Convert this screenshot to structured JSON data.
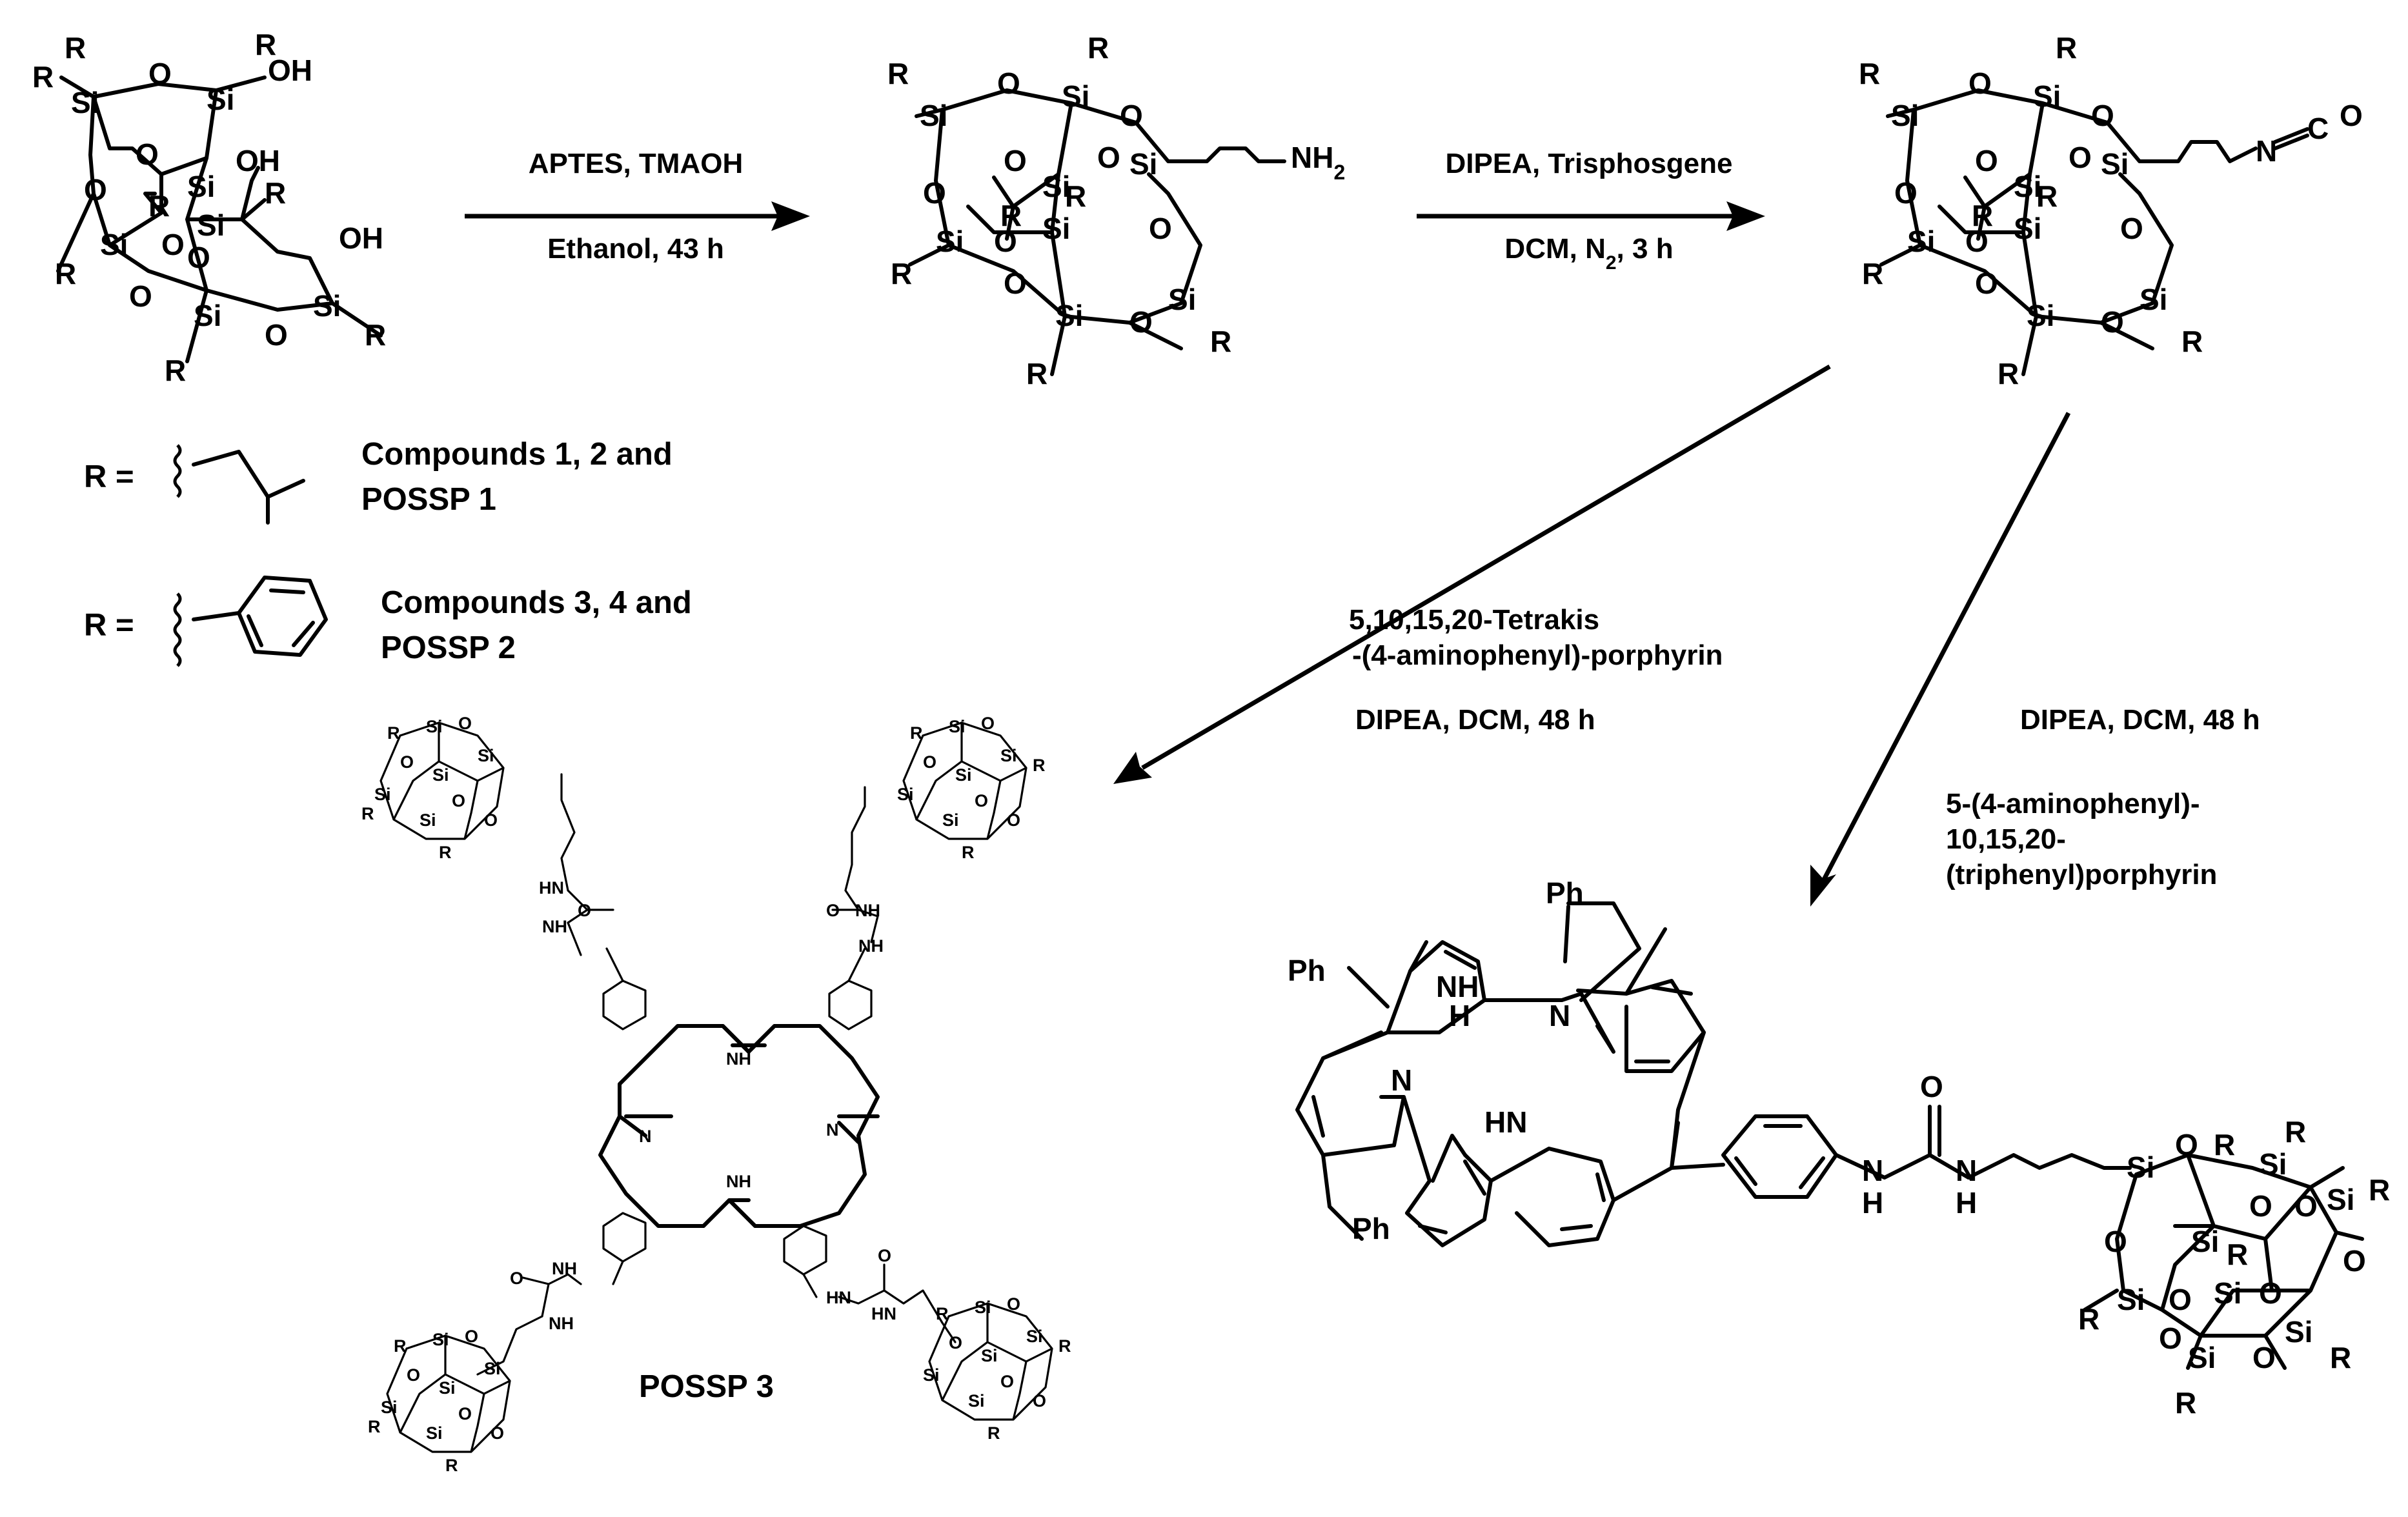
{
  "atoms": {
    "Si": "Si",
    "O": "O",
    "R": "R",
    "OH": "OH",
    "NH2": "NH",
    "NH2_sub": "2",
    "N": "N",
    "C": "C",
    "H": "H",
    "NH": "NH",
    "HN": "HN",
    "Ph": "Ph"
  },
  "steps": {
    "step1": {
      "reagents": "APTES, TMAOH",
      "conditions": "Ethanol, 43 h"
    },
    "step2": {
      "reagents": "DIPEA, Trisphosgene",
      "conditions_pre": "DCM, N",
      "conditions_sub": "2",
      "conditions_post": ", 3 h"
    },
    "step3": {
      "reagent_line1": "5,10,15,20-Tetrakis",
      "reagent_line2": "-(4-aminophenyl)-porphyrin",
      "conditions": "DIPEA, DCM, 48 h"
    },
    "step4": {
      "conditions": "DIPEA, DCM, 48 h",
      "reagent_line1": "5-(4-aminophenyl)-",
      "reagent_line2": "10,15,20-",
      "reagent_line3": "(triphenyl)porphyrin"
    }
  },
  "legend": [
    {
      "prefix": "R =",
      "line1": "Compounds 1, 2 and",
      "line2": "POSSP 1",
      "group": "isobutyl"
    },
    {
      "prefix": "R =",
      "line1": "Compounds 3, 4 and",
      "line2": "POSSP 2",
      "group": "phenyl"
    }
  ],
  "products": {
    "possp3": "POSSP 3"
  },
  "icons": [
    "reaction-arrow",
    "wavy-bond",
    "benzene-ring",
    "pyrrole-ring",
    "silsesquioxane-cage"
  ]
}
